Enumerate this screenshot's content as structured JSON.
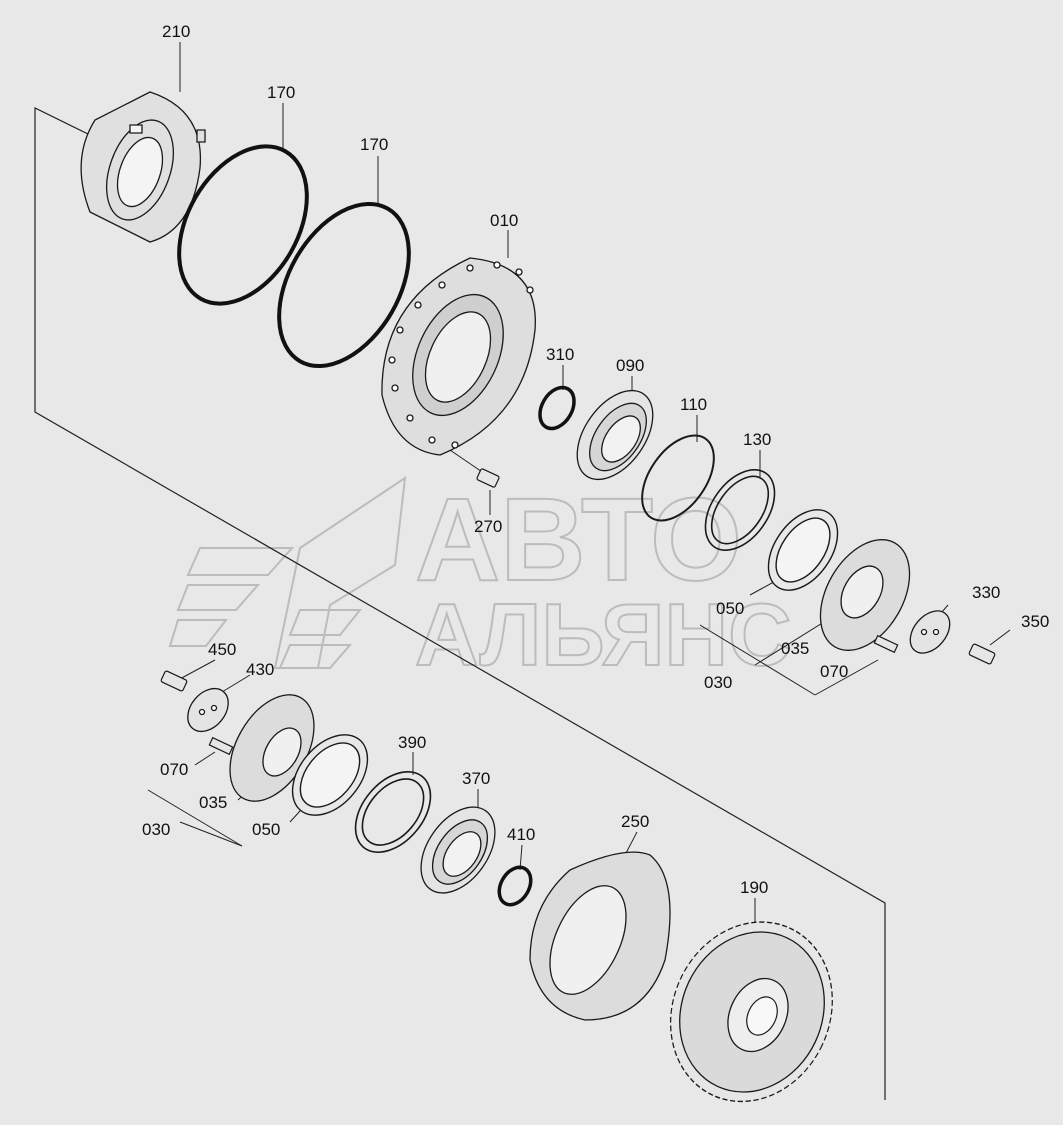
{
  "watermark": {
    "line1": "АВТО",
    "line2": "АЛЬЯНС"
  },
  "callouts": {
    "p210": "210",
    "p170a": "170",
    "p170b": "170",
    "p010": "010",
    "p310": "310",
    "p090": "090",
    "p110": "110",
    "p130": "130",
    "p270": "270",
    "p050r": "050",
    "p035r": "035",
    "p030r": "030",
    "p070r": "070",
    "p330": "330",
    "p350": "350",
    "p450": "450",
    "p430": "430",
    "p070l": "070",
    "p035l": "035",
    "p030l": "030",
    "p050l": "050",
    "p390": "390",
    "p370": "370",
    "p410": "410",
    "p250": "250",
    "p190": "190"
  }
}
